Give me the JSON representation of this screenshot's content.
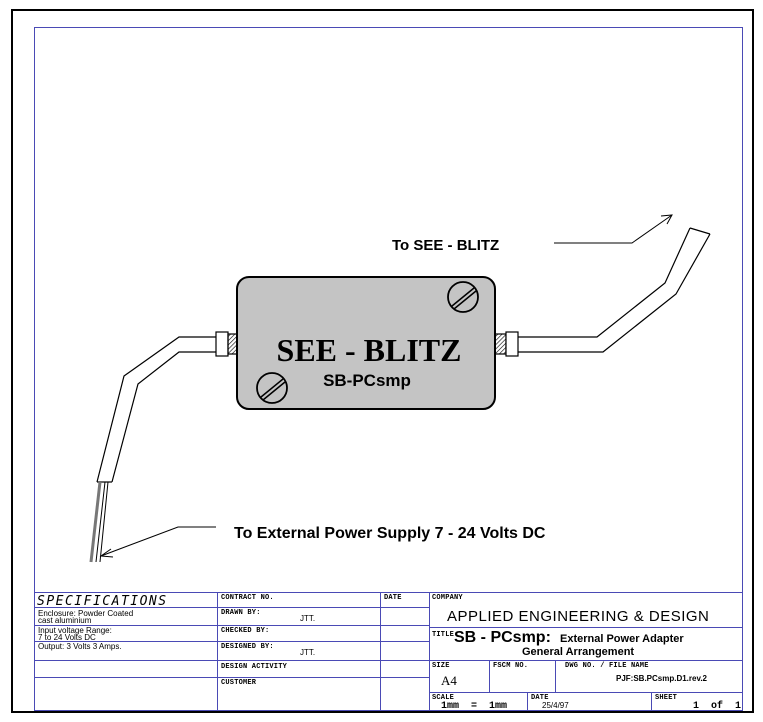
{
  "diagram": {
    "label_top": "To SEE - BLITZ",
    "label_bottom": "To External Power Supply 7 - 24 Volts DC",
    "box_title": "SEE - BLITZ",
    "box_subtitle": "SB-PCsmp"
  },
  "title_block": {
    "specifications_heading": "SPECIFICATIONS",
    "spec_1a": "Enclosure: Powder Coated",
    "spec_1b": "cast aluminium",
    "spec_2a": "Input voltage Range:",
    "spec_2b": "7 to 24 Volts DC",
    "spec_3": "Output: 3 Volts  3 Amps.",
    "contract_no_label": "CONTRACT NO.",
    "date_label": "DATE",
    "drawn_by_label": "DRAWN BY:",
    "drawn_by_value": "JTT.",
    "checked_by_label": "CHECKED BY:",
    "designed_by_label": "DESIGNED BY:",
    "designed_by_value": "JTT.",
    "design_activity_label": "DESIGN ACTIVITY",
    "customer_label": "CUSTOMER",
    "company_label": "COMPANY",
    "company_value": "APPLIED ENGINEERING & DESIGN",
    "title_label": "TITLE",
    "title_main": "SB - PCsmp:",
    "title_rest": "External Power Adapter",
    "title_line2": "General Arrangement",
    "size_label": "SIZE",
    "size_value": "A4",
    "fscm_label": "FSCM NO.",
    "dwg_label": "DWG NO. / FILE NAME",
    "dwg_value": "PJF:SB.PCsmp.D1.rev.2",
    "scale_label": "SCALE",
    "scale_value": "1mm  =  1mm",
    "date2_label": "DATE",
    "date2_value": "25/4/97",
    "sheet_label": "SHEET",
    "sheet_value": "1  of  1"
  },
  "colors": {
    "border_blue": "#4a4ab5",
    "box_fill": "#c4c4c4"
  }
}
